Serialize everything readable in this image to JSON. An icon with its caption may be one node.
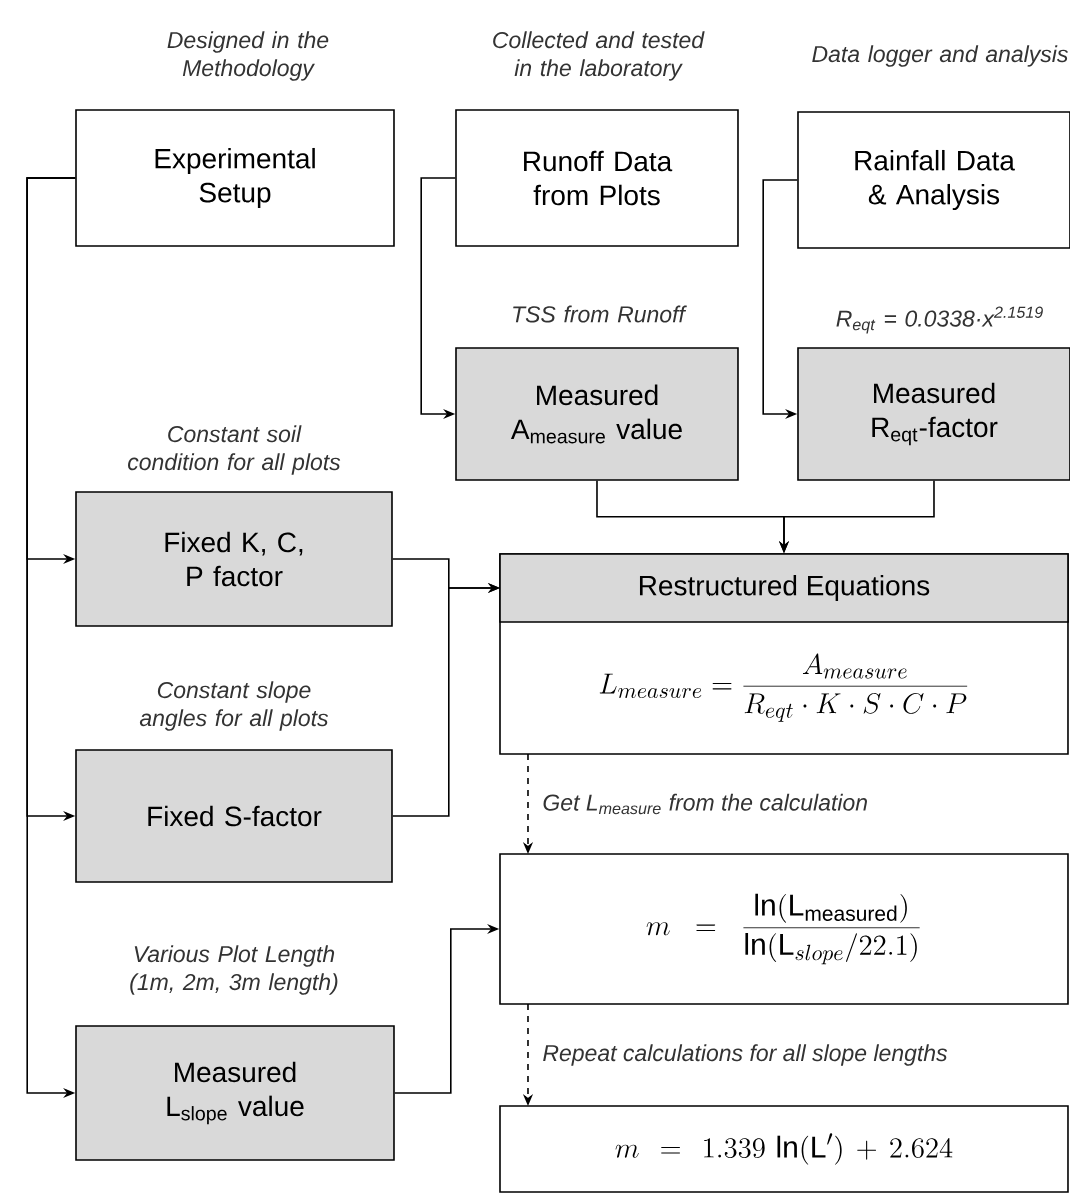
{
  "diagram": {
    "nodes": [
      {
        "text": [
          "Experimental Setup"
        ],
        "beside": [
          "Designed in the Methodology"
        ]
      },
      {
        "text": [
          "Runoff Data from Plots"
        ],
        "beside": [
          "Collected and tested in the laboratory"
        ]
      },
      {
        "text": [
          "Rainfall Data & Analysis"
        ],
        "beside": [
          "Data logger and analysis"
        ]
      },
      {
        "text": [
          "Measured A$_{measure}$ value"
        ],
        "beside": [
          "TSS from Runoff"
        ]
      },
      {
        "text": [
          "Measured R$_{eqt}$-factor"
        ],
        "beside": [
          "R$_{eqt}$ = 0.0338·x$^{2.1519}$"
        ]
      },
      {
        "text": [
          "Fixed K, C, P factor"
        ],
        "beside": [
          "Constant soil condition for all plots"
        ]
      },
      {
        "text": [
          "Restructured Equations",
          "L_{measure} = \\frac{A_{measure}}{R_{eqt} \\cdot K \\cdot S \\cdot C \\cdot P}"
        ]
      },
      {
        "text": [
          "Fixed S-factor"
        ],
        "beside": [
          "Constant slope angles for all plots"
        ]
      },
      {
        "text": [
          "m = \\frac{\\ln(\\mathrm{L_{measured}})}{\\ln\\bigl(\\mathrm{L}_{slope}/22.1\\bigr)}"
        ]
      },
      {
        "text": [
          "Measured L$_{slope}$ value"
        ],
        "beside": [
          "Various Plot Length (1m, 2m, 3m length)"
        ]
      },
      {
        "text": [
          "m = 1.339\\,\\ln(\\mathrm{L}') + 2.624"
        ]
      }
    ],
    "edges": [
      {
        "from": 0,
        "to": 5,
        "arrow": "to"
      },
      {
        "from": 0,
        "to": 7,
        "arrow": "to"
      },
      {
        "from": 0,
        "to": 9,
        "arrow": "to"
      },
      {
        "from": 1,
        "to": 3,
        "arrow": "to"
      },
      {
        "from": 2,
        "to": 4,
        "arrow": "to"
      },
      {
        "from": 3,
        "to": 6,
        "arrow": "to"
      },
      {
        "from": 4,
        "to": 6,
        "arrow": "to"
      },
      {
        "from": 5,
        "to": 6,
        "arrow": "to"
      },
      {
        "from": 7,
        "to": 6,
        "arrow": "to"
      },
      {
        "from": 6,
        "to": 8,
        "arrow": "to",
        "style": "dashed",
        "label": "Get L$_{measure}$ from the calculation"
      },
      {
        "from": 9,
        "to": 8,
        "arrow": "to"
      },
      {
        "from": 8,
        "to": 10,
        "arrow": "to",
        "style": "dashed",
        "label": "Repeat calculations for all slope lengths"
      }
    ]
  }
}
